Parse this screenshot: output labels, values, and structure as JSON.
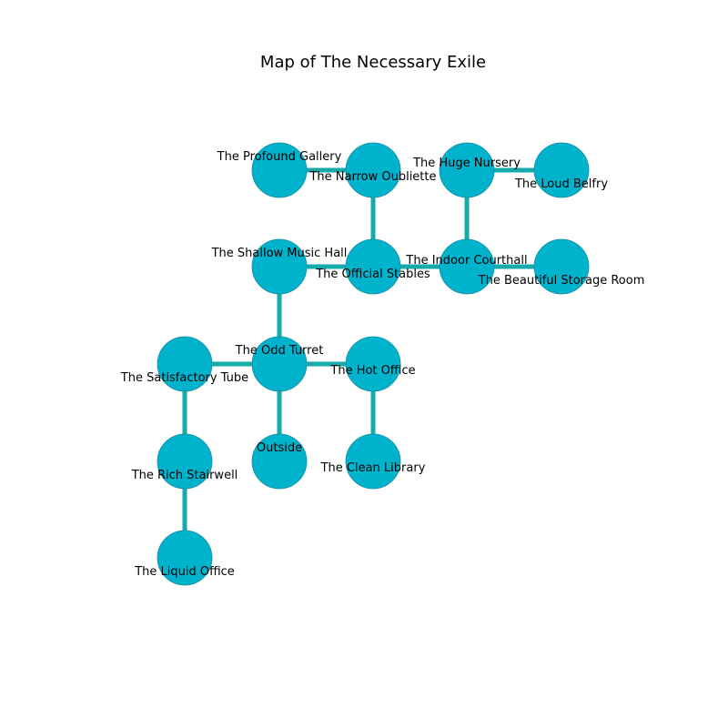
{
  "title": "Map of The Necessary Exile",
  "colors": {
    "background": "#ffffff",
    "room_fill": "#00b3cc",
    "room_stroke": "#1a8ca0",
    "corridor": "#16aaa8",
    "text": "#000000"
  },
  "rooms": [
    {
      "id": "profound_gallery",
      "name": "The Profound Gallery"
    },
    {
      "id": "narrow_oubliette",
      "name": "The Narrow Oubliette"
    },
    {
      "id": "huge_nursery",
      "name": "The Huge Nursery"
    },
    {
      "id": "loud_belfry",
      "name": "The Loud Belfry"
    },
    {
      "id": "shallow_music_hall",
      "name": "The Shallow Music Hall"
    },
    {
      "id": "official_stables",
      "name": "The Official Stables"
    },
    {
      "id": "indoor_courthall",
      "name": "The Indoor Courthall"
    },
    {
      "id": "beautiful_storage_room",
      "name": "The Beautiful Storage Room"
    },
    {
      "id": "satisfactory_tube",
      "name": "The Satisfactory Tube"
    },
    {
      "id": "odd_turret",
      "name": "The Odd Turret"
    },
    {
      "id": "hot_office",
      "name": "The Hot Office"
    },
    {
      "id": "rich_stairwell",
      "name": "The Rich Stairwell"
    },
    {
      "id": "outside",
      "name": "Outside"
    },
    {
      "id": "clean_library",
      "name": "The Clean Library"
    },
    {
      "id": "liquid_office",
      "name": "The Liquid Office"
    }
  ],
  "connections": [
    [
      "profound_gallery",
      "narrow_oubliette"
    ],
    [
      "narrow_oubliette",
      "official_stables"
    ],
    [
      "huge_nursery",
      "loud_belfry"
    ],
    [
      "huge_nursery",
      "indoor_courthall"
    ],
    [
      "shallow_music_hall",
      "official_stables"
    ],
    [
      "official_stables",
      "indoor_courthall"
    ],
    [
      "indoor_courthall",
      "beautiful_storage_room"
    ],
    [
      "shallow_music_hall",
      "odd_turret"
    ],
    [
      "satisfactory_tube",
      "odd_turret"
    ],
    [
      "odd_turret",
      "hot_office"
    ],
    [
      "odd_turret",
      "outside"
    ],
    [
      "hot_office",
      "clean_library"
    ],
    [
      "satisfactory_tube",
      "rich_stairwell"
    ],
    [
      "rich_stairwell",
      "liquid_office"
    ]
  ]
}
